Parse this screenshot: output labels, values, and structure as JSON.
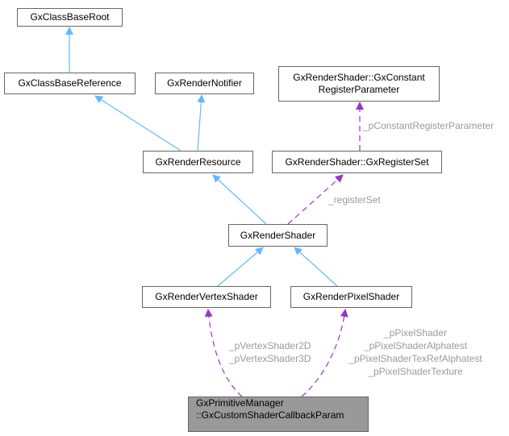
{
  "diagram": {
    "type": "class-collaboration-graph",
    "colors": {
      "inheritance_edge": "#63b8ff",
      "usage_edge": "#9a32cd",
      "node_border": "#666666",
      "node_fill": "#ffffff",
      "focus_node_fill": "#999999",
      "edge_label": "#9a9a9a"
    },
    "nodes": {
      "root": {
        "label": "GxClassBaseRoot"
      },
      "reference": {
        "label": "GxClassBaseReference"
      },
      "notifier": {
        "label": "GxRenderNotifier"
      },
      "constant": {
        "line1": "GxRenderShader::GxConstant",
        "line2": "RegisterParameter"
      },
      "resource": {
        "label": "GxRenderResource"
      },
      "registerset": {
        "label": "GxRenderShader::GxRegisterSet"
      },
      "shader": {
        "label": "GxRenderShader"
      },
      "vertex": {
        "label": "GxRenderVertexShader"
      },
      "pixel": {
        "label": "GxRenderPixelShader"
      },
      "focus": {
        "line1": "GxPrimitiveManager",
        "line2": "::GxCustomShaderCallbackParam"
      }
    },
    "edges": [
      {
        "from": "reference",
        "to": "root",
        "kind": "inheritance"
      },
      {
        "from": "resource",
        "to": "reference",
        "kind": "inheritance"
      },
      {
        "from": "resource",
        "to": "notifier",
        "kind": "inheritance"
      },
      {
        "from": "shader",
        "to": "resource",
        "kind": "inheritance"
      },
      {
        "from": "vertex",
        "to": "shader",
        "kind": "inheritance"
      },
      {
        "from": "pixel",
        "to": "shader",
        "kind": "inheritance"
      },
      {
        "from": "registerset",
        "to": "constant",
        "kind": "usage",
        "labels": [
          "_pConstantRegisterParameter"
        ]
      },
      {
        "from": "shader",
        "to": "registerset",
        "kind": "usage",
        "labels": [
          "_registerSet"
        ]
      },
      {
        "from": "focus",
        "to": "vertex",
        "kind": "usage",
        "labels": [
          "_pVertexShader2D",
          "_pVertexShader3D"
        ]
      },
      {
        "from": "focus",
        "to": "pixel",
        "kind": "usage",
        "labels": [
          "_pPixelShader",
          "_pPixelShaderAlphatest",
          "_pPixelShaderTexRefAlphatest",
          "_pPixelShaderTexture"
        ]
      }
    ],
    "edge_labels": {
      "constant": "_pConstantRegisterParameter",
      "registerset": "_registerSet",
      "vertex": [
        "_pVertexShader2D",
        "_pVertexShader3D"
      ],
      "pixel": [
        "_pPixelShader",
        "_pPixelShaderAlphatest",
        "_pPixelShaderTexRefAlphatest",
        "_pPixelShaderTexture"
      ]
    }
  }
}
